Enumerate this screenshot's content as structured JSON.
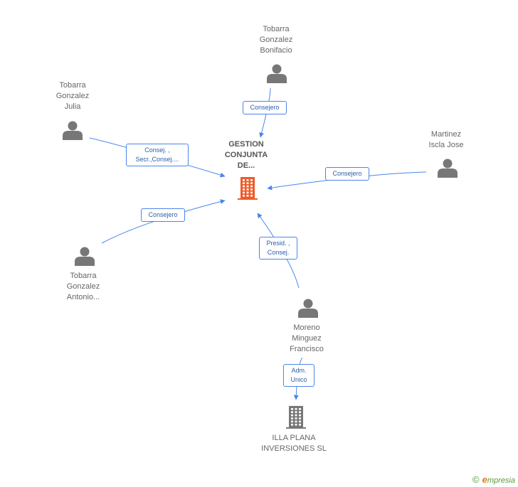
{
  "center": {
    "name_lines": [
      "GESTION",
      "CONJUNTA",
      "DE..."
    ],
    "icon": "building-icon",
    "icon_color": "#f05a28"
  },
  "persons": [
    {
      "id": "bonifacio",
      "name_lines": [
        "Tobarra",
        "Gonzalez",
        "Bonifacio"
      ],
      "icon": "person-icon"
    },
    {
      "id": "julia",
      "name_lines": [
        "Tobarra",
        "Gonzalez",
        "Julia"
      ],
      "icon": "person-icon"
    },
    {
      "id": "iscla",
      "name_lines": [
        "Martinez",
        "Iscla Jose"
      ],
      "icon": "person-icon"
    },
    {
      "id": "antonio",
      "name_lines": [
        "Tobarra",
        "Gonzalez",
        "Antonio..."
      ],
      "icon": "person-icon"
    },
    {
      "id": "moreno",
      "name_lines": [
        "Moreno",
        "Minguez",
        "Francisco"
      ],
      "icon": "person-icon"
    }
  ],
  "companies": [
    {
      "id": "illa",
      "name_lines": [
        "ILLA PLANA",
        "INVERSIONES SL"
      ],
      "icon": "building-icon",
      "icon_color": "#777777"
    }
  ],
  "edges": [
    {
      "from": "bonifacio",
      "to": "center",
      "label_lines": [
        "Consejero"
      ]
    },
    {
      "from": "julia",
      "to": "center",
      "label_lines": [
        "Consej. ,",
        "Secr.,Consej...."
      ]
    },
    {
      "from": "iscla",
      "to": "center",
      "label_lines": [
        "Consejero"
      ]
    },
    {
      "from": "antonio",
      "to": "center",
      "label_lines": [
        "Consejero"
      ]
    },
    {
      "from": "moreno",
      "to": "center",
      "label_lines": [
        "Presid. ,",
        "Consej."
      ]
    },
    {
      "from": "moreno",
      "to": "illa",
      "label_lines": [
        "Adm.",
        "Unico"
      ]
    }
  ],
  "colors": {
    "edge": "#4a86e8",
    "person": "#777777",
    "text": "#666666"
  },
  "brand": {
    "copyright": "©",
    "initial": "e",
    "rest": "mpresia"
  }
}
